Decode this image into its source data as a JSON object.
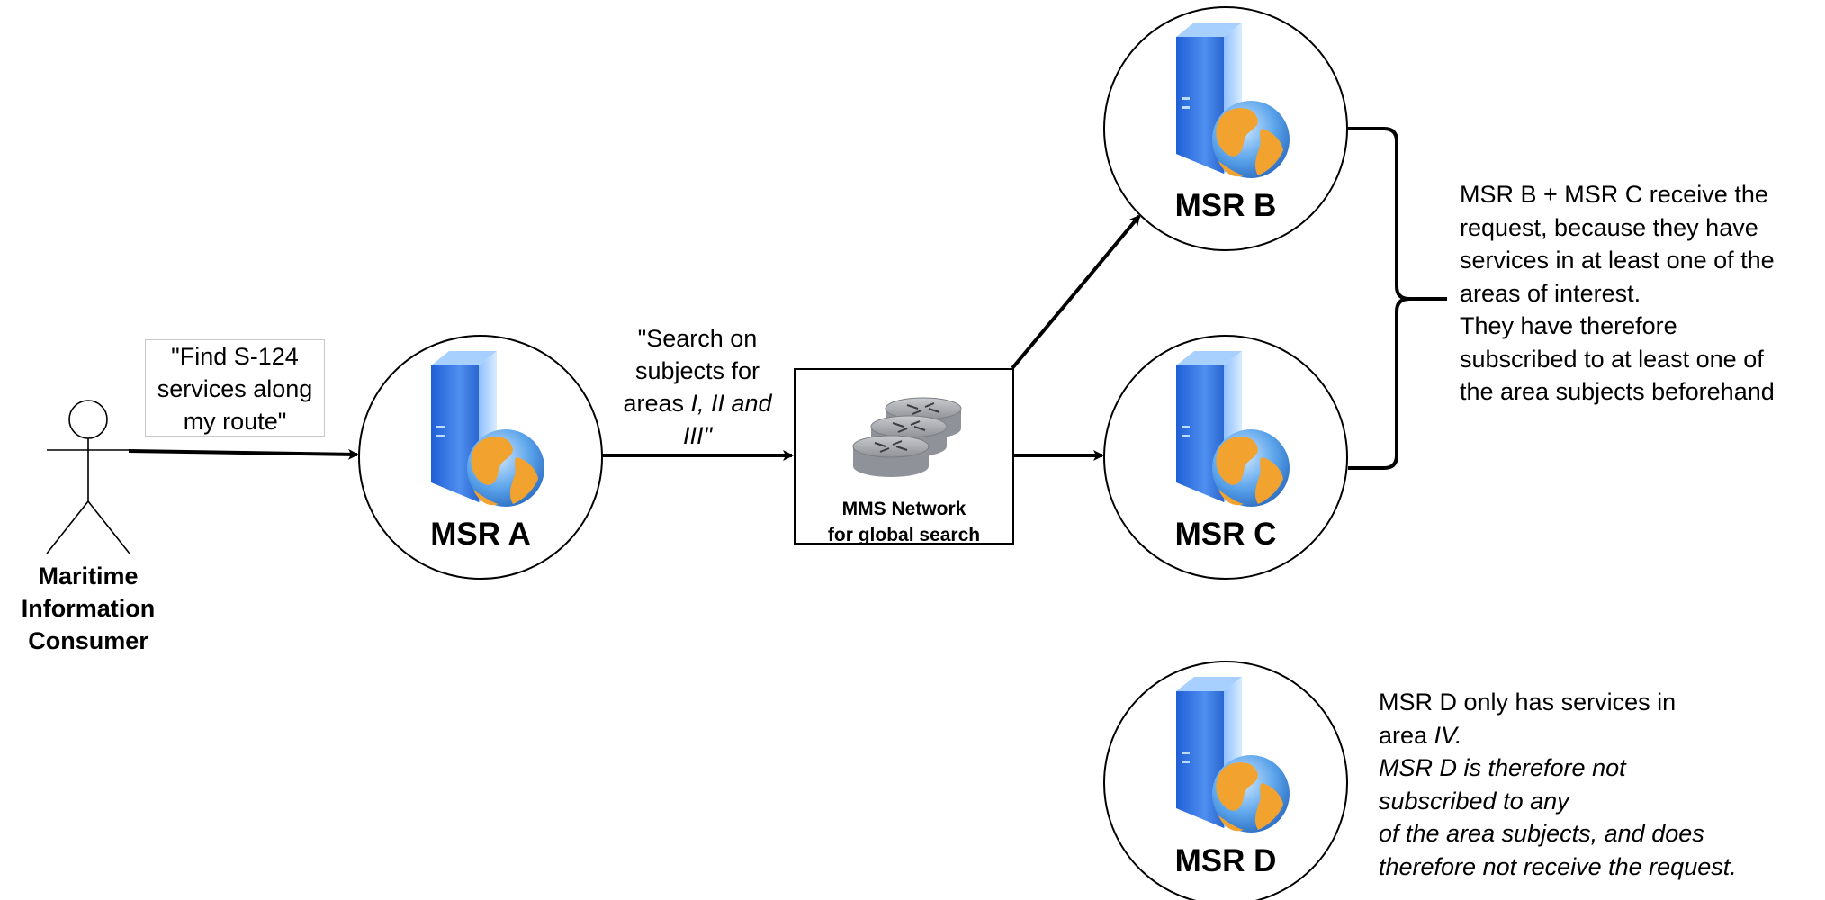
{
  "actor": {
    "label_lines": [
      "Maritime",
      "Information",
      "Consumer"
    ]
  },
  "request_box": {
    "lines": [
      "\"Find S-124",
      "services along",
      "my route\""
    ]
  },
  "msr_nodes": {
    "a": "MSR A",
    "b": "MSR B",
    "c": "MSR C",
    "d": "MSR D"
  },
  "search_label": {
    "line1": "\"Search on",
    "line2": "subjects for",
    "line3_plain": "areas ",
    "line3_italic": "I, II and",
    "line4": "III\""
  },
  "mms_network": {
    "line1": "MMS Network",
    "line2": "for global search"
  },
  "note_bc": {
    "lines": [
      "MSR B + MSR C receive the",
      "request, because they have",
      "services in at least one of the",
      "areas of interest.",
      "They have therefore",
      "subscribed to at least one of",
      "the area subjects beforehand"
    ]
  },
  "note_d": {
    "line1": "MSR D only has services in",
    "line2_plain": "area ",
    "line2_italic": "IV.",
    "italic_lines": [
      "MSR D is therefore not",
      "subscribed to any",
      "of the area subjects, and does",
      "therefore not receive the request."
    ]
  },
  "icons": {
    "registry": "server-with-globe-icon",
    "network": "router-stack-icon",
    "actor": "stick-figure-icon"
  },
  "colors": {
    "line": "#000000",
    "server_blue": "#3d7fe0",
    "globe_orange": "#f0a030",
    "router_gray": "#a9acb2"
  }
}
